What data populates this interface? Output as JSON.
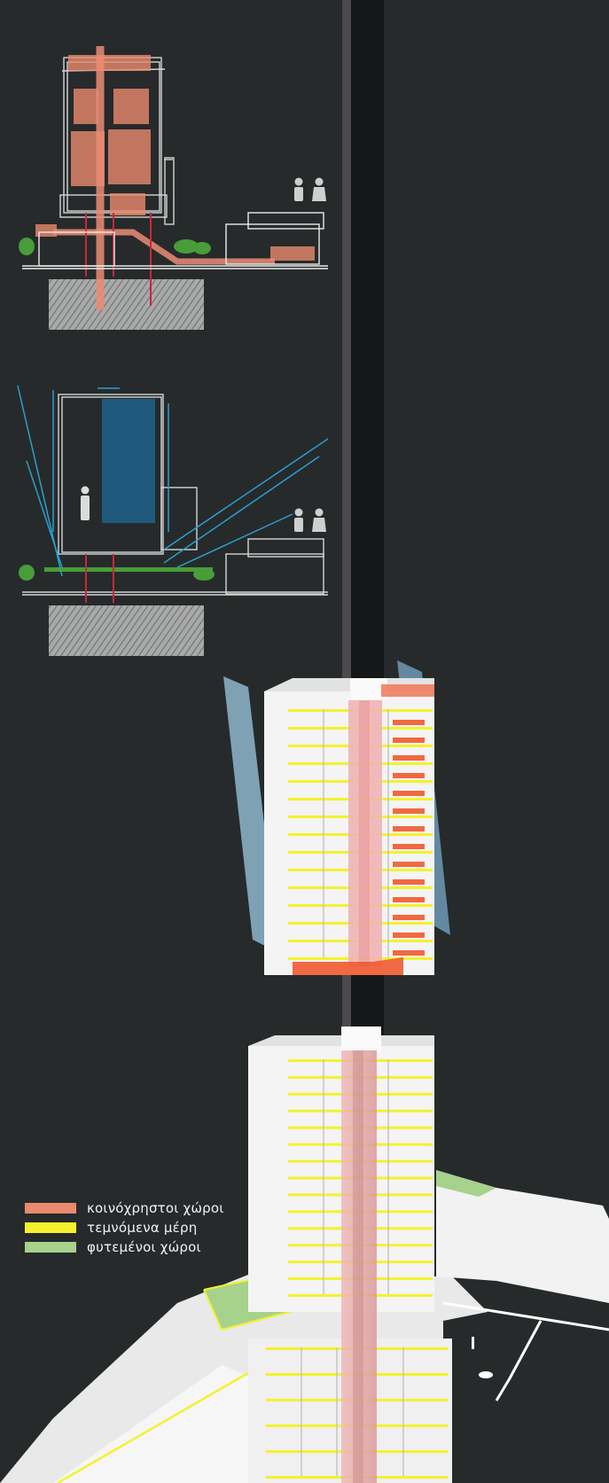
{
  "colors": {
    "background": "#262a2b",
    "divider_dark": "#151718",
    "divider_light": "#4d484c",
    "shared": "#e98a6e",
    "cut": "#f3f22d",
    "planted": "#a6d28c",
    "glass": "#8fb6cc",
    "sketch_red": "#c8283a",
    "sketch_blue": "#2aa0cc"
  },
  "legend": {
    "items": [
      {
        "id": "shared",
        "label": "κοινόχρηστοι χώροι",
        "color": "#e98a6e"
      },
      {
        "id": "cut",
        "label": "τεμνόμενα μέρη",
        "color": "#f3f22d"
      },
      {
        "id": "planted",
        "label": "φυτεμένοι χώροι",
        "color": "#a6d28c"
      }
    ]
  }
}
